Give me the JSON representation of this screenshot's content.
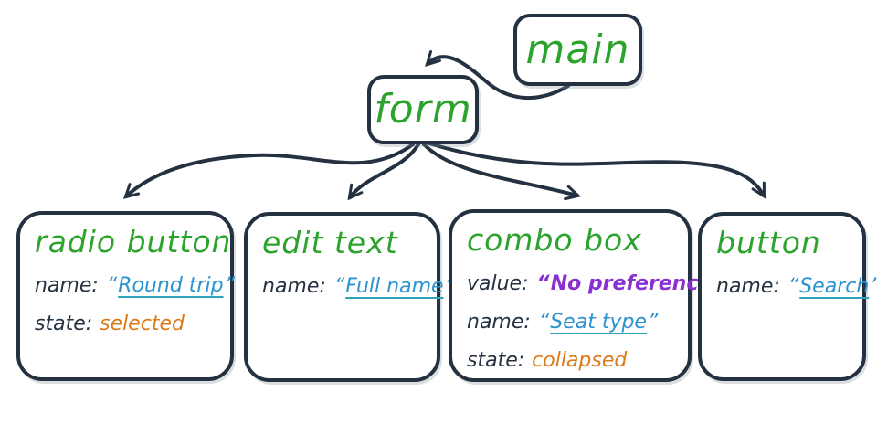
{
  "diagram": {
    "quote_open": "“",
    "quote_close": "”",
    "main": {
      "label": "main"
    },
    "form": {
      "label": "form"
    },
    "radio_button": {
      "title": "radio button",
      "name_label": "name:",
      "name_value": "Round trip",
      "state_label": "state:",
      "state_value": "selected"
    },
    "edit_text": {
      "title": "edit text",
      "name_label": "name:",
      "name_value": "Full name"
    },
    "combo_box": {
      "title": "combo box",
      "value_label": "value:",
      "value_value": "No preference",
      "name_label": "name:",
      "name_value": "Seat type",
      "state_label": "state:",
      "state_value": "collapsed"
    },
    "button": {
      "title": "button",
      "name_label": "name:",
      "name_value": "Search"
    },
    "colors": {
      "title_green": "#2ca32c",
      "name_blue": "#2b93d1",
      "underline_teal": "#2fa3bd",
      "state_orange": "#dd7a18",
      "value_purple": "#8a2fd0",
      "ink": "#243140"
    }
  }
}
